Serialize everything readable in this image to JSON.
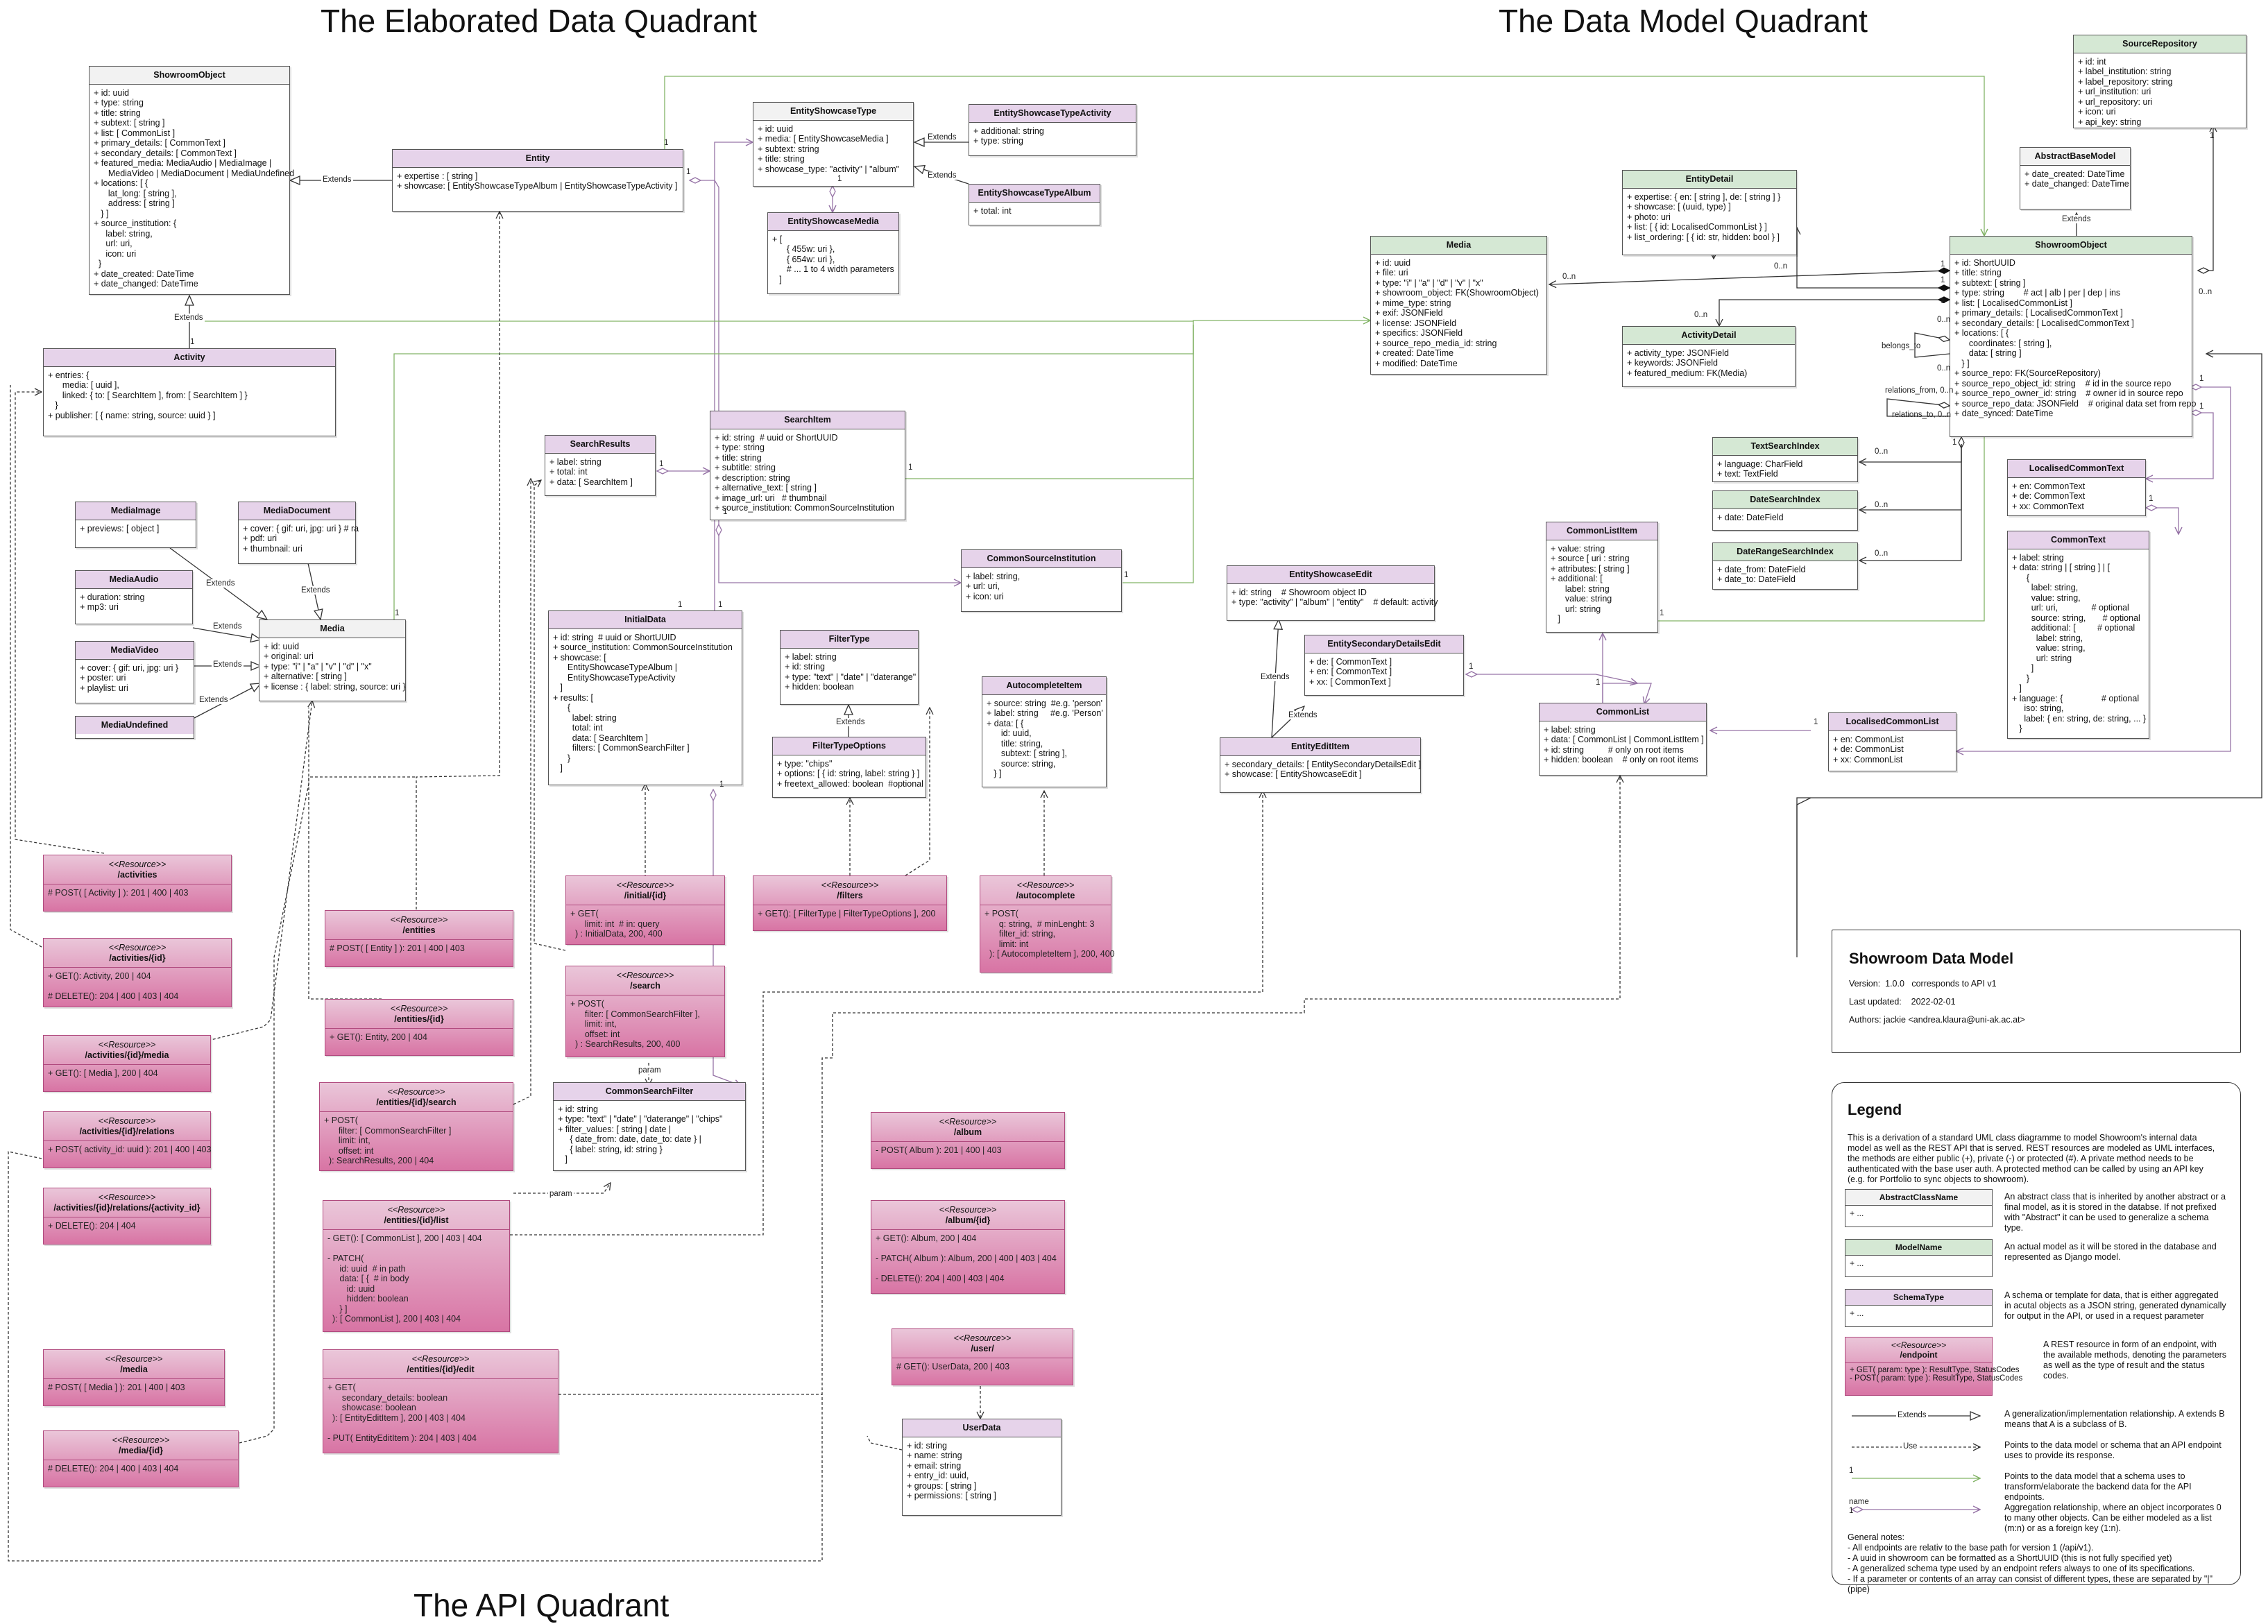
{
  "quadrants": {
    "elaborated": "The Elaborated Data Quadrant",
    "data_model": "The Data Model Quadrant",
    "api": "The API Quadrant"
  },
  "colors": {
    "schema_header": "#e6d3ea",
    "model_header": "#d5e8d4",
    "resource_fill": "#d874a4",
    "uses_link": "#333333",
    "elaboration_link": "#82b366",
    "aggregation_link": "#9673a6"
  },
  "boxes": {
    "showroomobject_schema": {
      "title": "ShowroomObject",
      "body": "+ id: uuid\n+ type: string\n+ title: string\n+ subtext: [ string ]\n+ list: [ CommonList ]\n+ primary_details: [ CommonText ]\n+ secondary_details: [ CommonText ]\n+ featured_media: MediaAudio | MediaImage |\n      MediaVideo | MediaDocument | MediaUndefined\n+ locations: [ {\n      lat_long: [ string ],\n      address: [ string ]\n   } ]\n+ source_institution: {\n     label: string,\n     url: uri,\n     icon: uri\n  }\n+ date_created: DateTime\n+ date_changed: DateTime"
    },
    "entity": {
      "title": "Entity",
      "body": "+ expertise : [ string ]\n+ showcase: [ EntityShowcaseTypeAlbum | EntityShowcaseTypeActivity ]"
    },
    "entityshowcasetype": {
      "title": "EntityShowcaseType",
      "body": "+ id: uuid\n+ media: [ EntityShowcaseMedia ]\n+ subtext: string\n+ title: string\n+ showcase_type: \"activity\" | \"album\""
    },
    "entityshowcasetypeactivity": {
      "title": "EntityShowcaseTypeActivity",
      "body": "+ additional: string\n+ type: string"
    },
    "entityshowcasetypealbum": {
      "title": "EntityShowcaseTypeAlbum",
      "body": "+ total: int"
    },
    "entityshowcasemedia": {
      "title": "EntityShowcaseMedia",
      "body": "+ [\n      { 455w: uri },\n      { 654w: uri },\n      # ... 1 to 4 width parameters\n   ]"
    },
    "activity": {
      "title": "Activity",
      "body": "+ entries: {\n      media: [ uuid ],\n      linked: { to: [ SearchItem ], from: [ SearchItem ] }\n   }\n+ publisher: [ { name: string, source: uuid } ]"
    },
    "searchresults": {
      "title": "SearchResults",
      "body": "+ label: string\n+ total: int\n+ data: [ SearchItem ]"
    },
    "searchitem": {
      "title": "SearchItem",
      "body": "+ id: string  # uuid or ShortUUID\n+ type: string\n+ title: string\n+ subtitle: string\n+ description: string\n+ alternative_text: [ string ]\n+ image_url: uri   # thumbnail\n+ source_institution: CommonSourceInstitution"
    },
    "mediaimage": {
      "title": "MediaImage",
      "body": "+ previews: [ object ]"
    },
    "mediadocument": {
      "title": "MediaDocument",
      "body": "+ cover: { gif: uri, jpg: uri } # ra\n+ pdf: uri\n+ thumbnail: uri"
    },
    "mediaaudio": {
      "title": "MediaAudio",
      "body": "+ duration: string\n+ mp3: uri"
    },
    "mediavideo": {
      "title": "MediaVideo",
      "body": "+ cover: { gif: uri, jpg: uri }\n+ poster: uri\n+ playlist: uri"
    },
    "mediaundefined": {
      "title": "MediaUndefined",
      "body": ""
    },
    "media_schema": {
      "title": "Media",
      "body": "+ id: uuid\n+ original: uri\n+ type: \"i\" | \"a\" | \"v\" | \"d\" | \"x\"\n+ alternative: [ string ]\n+ license : { label: string, source: uri }"
    },
    "initialdata": {
      "title": "InitialData",
      "body": "+ id: string  # uuid or ShortUUID\n+ source_institution: CommonSourceInstitution\n+ showcase: [\n      EntityShowcaseTypeAlbum |\n      EntityShowcaseTypeActivity\n   ]\n+ results: [\n      {\n        label: string\n        total: int\n        data: [ SearchItem ]\n        filters: [ CommonSearchFilter ]\n      }\n   ]"
    },
    "commonsourceinstitution": {
      "title": "CommonSourceInstitution",
      "body": "+ label: string,\n+ url: uri,\n+ icon: uri"
    },
    "filtertype": {
      "title": "FilterType",
      "body": "+ label: string\n+ id: string\n+ type: \"text\" | \"date\" | \"daterange\"\n+ hidden: boolean"
    },
    "filtertypeoptions": {
      "title": "FilterTypeOptions",
      "body": "+ type: \"chips\"\n+ options: [ { id: string, label: string } ]\n+ freetext_allowed: boolean  #optional"
    },
    "autocompleteitem": {
      "title": "AutocompleteItem",
      "body": "+ source: string  #e.g. 'person'\n+ label: string     #e.g. 'Person'\n+ data: [ {\n      id: uuid,\n      title: string,\n      subtext: [ string ],\n      source: string,\n   } ]"
    },
    "commonsearchfilter": {
      "title": "CommonSearchFilter",
      "body": "+ id: string\n+ type: \"text\" | \"date\" | \"daterange\" | \"chips\"\n+ filter_values: [ string | date |\n     { date_from: date, date_to: date } |\n     { label: string, id: string }\n   ]"
    },
    "sourcerepository": {
      "title": "SourceRepository",
      "body": "+ id: int\n+ label_institution: string\n+ label_repository: string\n+ url_institution: uri\n+ url_repository: uri\n+ icon: uri\n+ api_key: string"
    },
    "abstractbasemodel": {
      "title": "AbstractBaseModel",
      "body": "+ date_created: DateTime\n+ date_changed: DateTime"
    },
    "entitydetail": {
      "title": "EntityDetail",
      "body": "+ expertise: { en: [ string ], de: [ string ] }\n+ showcase: [ (uuid, type) ]\n+ photo: uri\n+ list: [ { id: LocalisedCommonList } ]\n+ list_ordering: [ { id: str, hidden: bool } ]"
    },
    "media_model": {
      "title": "Media",
      "body": "+ id: uuid\n+ file: uri\n+ type: \"i\" | \"a\" | \"d\" | \"v\" | \"x\"\n+ showroom_object: FK(ShowroomObject)\n+ mime_type: string\n+ exif: JSONField\n+ license: JSONField\n+ specifics: JSONField\n+ source_repo_media_id: string\n+ created: DateTime\n+ modified: DateTime"
    },
    "showroomobject_model": {
      "title": "ShowroomObject",
      "body": "+ id: ShortUUID\n+ title: string\n+ subtext: [ string ]\n+ type: string        # act | alb | per | dep | ins\n+ list: [ LocalisedCommonList ]\n+ primary_details: [ LocalisedCommonText ]\n+ secondary_details: [ LocalisedCommonText ]\n+ locations: [ {\n      coordinates: [ string ],\n      data: [ string ]\n   } ]\n+ source_repo: FK(SourceRepository)\n+ source_repo_object_id: string    # id in the source repo\n+ source_repo_owner_id: string    # owner id in source repo\n+ source_repo_data: JSONField    # original data set from repo\n+ date_synced: DateTime"
    },
    "activitydetail": {
      "title": "ActivityDetail",
      "body": "+ activity_type: JSONField\n+ keywords: JSONField\n+ featured_medium: FK(Media)"
    },
    "textsearchindex": {
      "title": "TextSearchIndex",
      "body": "+ language: CharField\n+ text: TextField"
    },
    "datesearchindex": {
      "title": "DateSearchIndex",
      "body": "+ date: DateField"
    },
    "daterangesearchindex": {
      "title": "DateRangeSearchIndex",
      "body": "+ date_from: DateField\n+ date_to: DateField"
    },
    "localisedcommontext": {
      "title": "LocalisedCommonText",
      "body": "+ en: CommonText\n+ de: CommonText\n+ xx: CommonText"
    },
    "commontext": {
      "title": "CommonText",
      "body": "+ label: string\n+ data: string | [ string ] | [\n      {\n        label: string,\n        value: string,\n        url: uri,              # optional\n        source: string,       # optional\n        additional: [         # optional\n          label: string,\n          value: string,\n          url: string\n        ]\n      }\n   ]\n+ language: {                # optional\n     iso: string,\n     label: { en: string, de: string, ... }\n   }"
    },
    "commonlistitem": {
      "title": "CommonListItem",
      "body": "+ value: string\n+ source [ uri : string\n+ attributes: [ string ]\n+ additional: [\n      label: string\n      value: string\n      url: string\n   ]"
    },
    "entityshowcaseedit": {
      "title": "EntityShowcaseEdit",
      "body": "+ id: string    # Showroom object ID\n+ type: \"activity\" | \"album\" | \"entity\"    # default: activity"
    },
    "entitysecondarydetailsedit": {
      "title": "EntitySecondaryDetailsEdit",
      "body": "+ de: [ CommonText ]\n+ en: [ CommonText ]\n+ xx: [ CommonText ]"
    },
    "entityedititem": {
      "title": "EntityEditItem",
      "body": "+ secondary_details: [ EntitySecondaryDetailsEdit ]\n+ showcase: [ EntityShowcaseEdit ]"
    },
    "commonlist": {
      "title": "CommonList",
      "body": "+ label: string\n+ data: [ CommonList | CommonListItem ]\n+ id: string          # only on root items\n+ hidden: boolean    # only on root items"
    },
    "localisedcommonlist": {
      "title": "LocalisedCommonList",
      "body": "+ en: CommonList\n+ de: CommonList\n+ xx: CommonList"
    },
    "userdata": {
      "title": "UserData",
      "body": "+ id: string\n+ name: string\n+ email: string\n+ entry_id: uuid,\n+ groups: [ string ]\n+ permissions: [ string ]"
    }
  },
  "resources": {
    "stereotype": "<<Resource>>",
    "activities": {
      "title": "/activities",
      "body": "# POST( [ Activity ] ): 201 | 400 | 403"
    },
    "activities_id": {
      "title": "/activities/{id}",
      "body": "+ GET(): Activity, 200 | 404\n\n# DELETE(): 204 | 400 | 403 | 404"
    },
    "activities_id_media": {
      "title": "/activities/{id}/media",
      "body": "+ GET(): [ Media ], 200 | 404"
    },
    "activities_id_relations": {
      "title": "/activities/{id}/relations",
      "body": "+ POST( activity_id: uuid ): 201 | 400 | 403"
    },
    "activities_id_relations_aid": {
      "title": "/activities/{id}/relations/{activity_id}",
      "body": "+ DELETE(): 204 | 404"
    },
    "media": {
      "title": "/media",
      "body": "# POST( [ Media ] ): 201 | 400 | 403"
    },
    "media_id": {
      "title": "/media/{id}",
      "body": "# DELETE(): 204 | 400 | 403 | 404"
    },
    "entities": {
      "title": "/entities",
      "body": "# POST( [ Entity ] ): 201 | 400 | 403"
    },
    "entities_id": {
      "title": "/entities/{id}",
      "body": "+ GET(): Entity, 200 | 404"
    },
    "entities_id_search": {
      "title": "/entities/{id}/search",
      "body": "+ POST(\n      filter: [ CommonSearchFilter ]\n      limit: int,\n      offset: int\n  ): SearchResults, 200 | 404"
    },
    "entities_id_list": {
      "title": "/entities/{id}/list",
      "body": "- GET(): [ CommonList ], 200 | 403 | 404\n\n- PATCH(\n     id: uuid  # in path\n     data: [ {  # in body\n        id: uuid\n        hidden: boolean\n     } ]\n  ): [ CommonList ], 200 | 403 | 404"
    },
    "entities_id_edit": {
      "title": "/entities/{id}/edit",
      "body": "+ GET(\n      secondary_details: boolean\n      showcase: boolean\n  ): [ EntityEditItem ], 200 | 403 | 404\n\n- PUT( EntityEditItem ): 204 | 403 | 404"
    },
    "initial_id": {
      "title": "/initial/{id}",
      "body": "+ GET(\n      limit: int  # in: query\n  ) : InitialData, 200, 400"
    },
    "search": {
      "title": "/search",
      "body": "+ POST(\n      filter: [ CommonSearchFilter ],\n      limit: int,\n      offset: int\n  ) : SearchResults, 200, 400"
    },
    "filters": {
      "title": "/filters",
      "body": "+ GET(): [ FilterType | FilterTypeOptions ], 200"
    },
    "autocomplete": {
      "title": "/autocomplete",
      "body": "+ POST(\n      q: string,  # minLenght: 3\n      filter_id: string,\n      limit: int\n  ): [ AutocompleteItem ], 200, 400"
    },
    "album": {
      "title": "/album",
      "body": "- POST( Album ): 201 | 400 | 403"
    },
    "album_id": {
      "title": "/album/{id}",
      "body": "+ GET(): Album, 200 | 404\n\n- PATCH( Album ): Album, 200 | 400 | 403 | 404\n\n- DELETE(): 204 | 400 | 403 | 404"
    },
    "user": {
      "title": "/user/",
      "body": "# GET(): UserData, 200 | 403"
    }
  },
  "edge_labels": {
    "extends": "Extends",
    "one": "1",
    "zero_n": "0..n",
    "param": "param",
    "belongs_to": "belongs_to",
    "relations_from": "relations_from, 0..n",
    "relations_to": "relations_to, 0..n"
  },
  "info": {
    "title": "Showroom Data Model",
    "version": "Version:  1.0.0   corresponds to API v1",
    "updated": "Last updated:    2022-02-01",
    "authors": "Authors: jackie <andrea.klaura@uni-ak.ac.at>"
  },
  "legend": {
    "title": "Legend",
    "intro": "This is a derivation of a standard UML class diagramme to model Showroom's internal data model as well as the REST API that is served. REST resources are modeled as UML interfaces, the methods are either public (+), private (-) or protected (#). A private method needs to be authenticated with the base user auth. A protected method can be called by using an API key (e.g. for Portfolio to sync objects to showroom).",
    "abstract_name": "AbstractClassName",
    "abstract_body": "+ ...",
    "abstract_desc": "An abstract class that is inherited by another abstract or a final model, as it is stored in the databse. If not prefixed with \"Abstract\" it can be used to generalize a schema type.",
    "model_name": "ModelName",
    "model_body": "+ ...",
    "model_desc": "An actual model as it will be stored in the database and represented as Django model.",
    "schema_name": "SchemaType",
    "schema_body": "+ ...",
    "schema_desc": "A schema or template for data, that is either aggregated in acutal objects as a JSON string, generated dynamically for output in the API, or used in a request parameter",
    "endpoint_name": "/endpoint",
    "endpoint_body": "+ GET( param: type ): ResultType, StatusCodes\n- POST( param: type ): ResultType, StatusCodes",
    "endpoint_desc": "A REST resource in form of an endpoint, with the available methods, denoting the parameters as well as the type of result and the status codes.",
    "extends_label": "Extends",
    "extends_desc": "A generalization/implementation relationship. A extends B means that A is a subclass of B.",
    "use_label": "Use",
    "use_desc": "Points to the data model or schema that an API endpoint uses to provide its response.",
    "elab_one": "1",
    "elab_desc": "Points to the data model that a schema uses to transform/elaborate the backend data for the API endpoints.",
    "agg_name": "name",
    "agg_one": "1",
    "agg_desc": "Aggregation relationship, where an object incorporates 0 to many other objects. Can be either modeled as a list (m:n) or as a foreign key (1:n).",
    "notes": "General notes:\n- All endpoints are relativ to the base path for version 1 (/api/v1).\n- A uuid in showroom can be formatted as a ShortUUID (this is not fully specified yet)\n- A generalized schema type used by an endpoint refers always to one of its specifications.\n- If a parameter or contents of an array can consist of different types, these are separated by \"|\" (pipe)"
  }
}
